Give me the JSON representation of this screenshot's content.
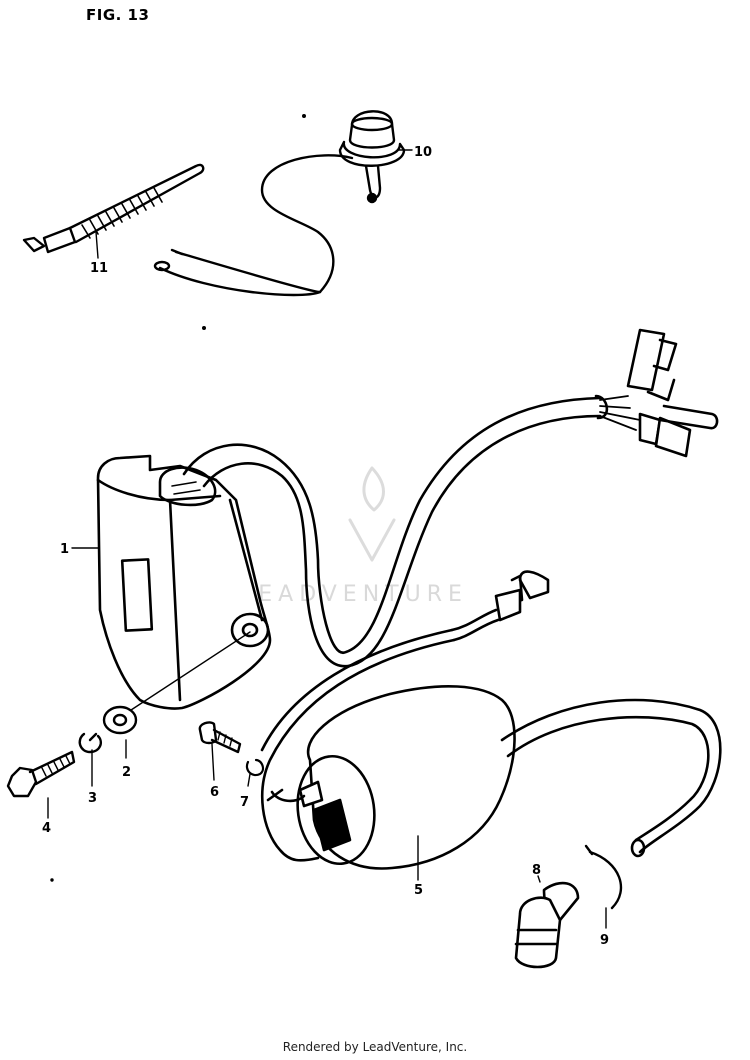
{
  "header": {
    "figure_label": "FIG. 13"
  },
  "watermark": {
    "text": "LEADVENTURE"
  },
  "footer": {
    "credit": "Rendered by LeadVenture, Inc."
  },
  "callouts": [
    {
      "id": "c1",
      "label": "1"
    },
    {
      "id": "c2",
      "label": "2"
    },
    {
      "id": "c3",
      "label": "3"
    },
    {
      "id": "c4",
      "label": "4"
    },
    {
      "id": "c5",
      "label": "5"
    },
    {
      "id": "c6",
      "label": "6"
    },
    {
      "id": "c7",
      "label": "7"
    },
    {
      "id": "c8",
      "label": "8"
    },
    {
      "id": "c9",
      "label": "9"
    },
    {
      "id": "c10",
      "label": "10"
    },
    {
      "id": "c11",
      "label": "11"
    }
  ]
}
